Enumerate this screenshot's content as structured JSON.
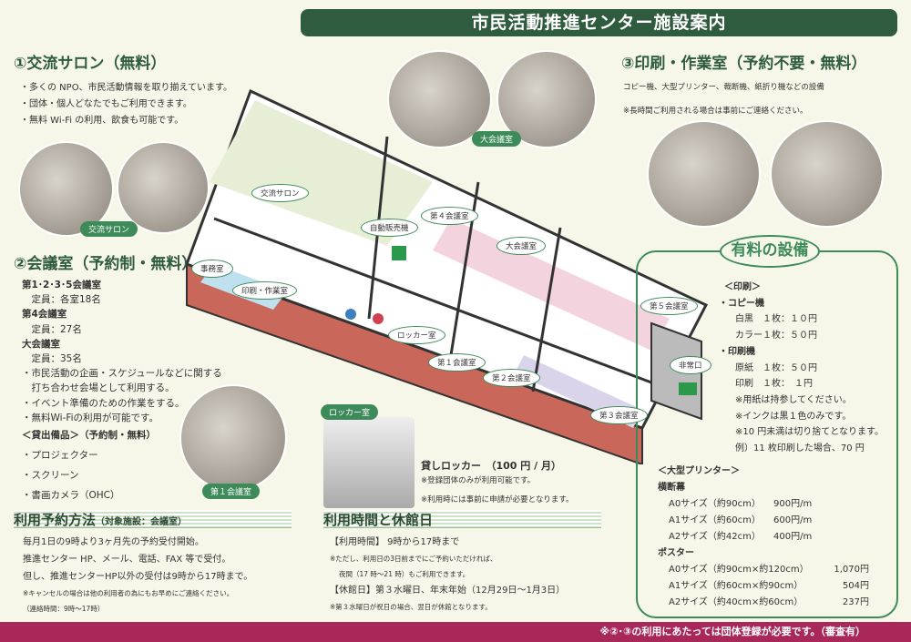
{
  "header": {
    "title": "市民活動推進センター施設案内"
  },
  "salon": {
    "title": "①交流サロン（無料）",
    "items": [
      "・多くの NPO、市民活動情報を取り揃えています。",
      "・団体・個人どなたでもご利用できます。",
      "・無料 Wi-Fi の利用、飲食も可能です。"
    ],
    "photo_tag": "交流サロン"
  },
  "meeting": {
    "title": "②会議室（予約制・無料）",
    "lines": [
      {
        "t": "第1･2･3･5会議室",
        "bold": true
      },
      {
        "t": "　定員：各室18名"
      },
      {
        "t": "第4会議室",
        "bold": true
      },
      {
        "t": "　定員：27名"
      },
      {
        "t": "大会議室",
        "bold": true
      },
      {
        "t": "　定員：35名"
      },
      {
        "t": "・市民活動の企画・スケジュールなどに関する"
      },
      {
        "t": "　打ち合わせ会場として利用する。"
      },
      {
        "t": "・イベント準備のための作業をする。"
      },
      {
        "t": "・無料Wi-Fiの利用が可能です。"
      },
      {
        "t": "＜貸出備品＞（予約制・無料）",
        "bold": true
      },
      {
        "t": "・プロジェクター"
      },
      {
        "t": "・スクリーン"
      },
      {
        "t": "・書画カメラ（OHC）"
      }
    ],
    "photo_tag": "第１会議室"
  },
  "print": {
    "title": "③印刷・作業室（予約不要・無料）",
    "line1": "コピー機、大型プリンター、裁断機、紙折り機などの設備",
    "line2": "※長時間ご利用される場合は事前にご連絡ください。"
  },
  "big_room_tag": "大会議室",
  "locker": {
    "tag": "ロッカー室",
    "title": "貸しロッカー　（100 円 / 月）",
    "note1": "※登録団体のみが利用可能です。",
    "note2": "※利用時には事前に申請が必要となります。"
  },
  "floor_labels": {
    "salon": "交流サロン",
    "vending": "自動販売機",
    "room4": "第４会議室",
    "big": "大会議室",
    "office": "事務室",
    "print": "印刷・作業室",
    "room5": "第５会議室",
    "locker": "ロッカー室",
    "room1": "第１会議室",
    "room2": "第２会議室",
    "exit": "非常口",
    "room3": "第３会議室"
  },
  "reserve": {
    "title": "利用予約方法",
    "sub": "（対象施設：会議室）",
    "lines": [
      "毎月1日の9時より3ヶ月先の予約受付開始。",
      "推進センター HP、メール、電話、FAX 等で受付。",
      "但し、推進センターHP以外の受付は9時から17時まで。"
    ],
    "note1": "※キャンセルの場合は他の利用者の為にもお早めにご連絡ください。",
    "note2": "（連絡時間：9時～17時）"
  },
  "hours": {
    "title": "利用時間と休館日",
    "line1": "【利用時間】 9時から17時まで",
    "note1": "※ただし、利用日の3日前までにご予約いただければ、",
    "note2": "夜間（17 時～21 時）もご利用できます。",
    "line2": "【休館日】第３水曜日、年末年始（12月29日～1月3日）",
    "note3": "※第３水曜日が祝日の場合、翌日が休館となります。"
  },
  "paid": {
    "title": "有料の設備",
    "lines": [
      {
        "t": "＜印刷＞",
        "c": "h"
      },
      {
        "t": "・コピー機",
        "c": "b"
      },
      {
        "t": "白黒　１枚：１０円",
        "c": "i"
      },
      {
        "t": "カラー１枚：５０円",
        "c": "i"
      },
      {
        "t": "・印刷機",
        "c": "b"
      },
      {
        "t": "原紙　１枚：５０円",
        "c": "i"
      },
      {
        "t": "印刷　１枚：　１円",
        "c": "i"
      },
      {
        "t": "※用紙は持参してください。",
        "c": "i"
      },
      {
        "t": "※インクは黒１色のみです。",
        "c": "i"
      },
      {
        "t": "※10 円未満は切り捨てとなります。",
        "c": "i"
      },
      {
        "t": "例）11 枚印刷した場合、70 円",
        "c": "i"
      }
    ],
    "printer_title": "＜大型プリンター＞",
    "banner": {
      "title": "横断幕",
      "rows": [
        [
          "A0サイズ（約90cm）",
          "900円/m"
        ],
        [
          "A1サイズ（約60cm）",
          "600円/m"
        ],
        [
          "A2サイズ（約42cm）",
          "400円/m"
        ]
      ]
    },
    "poster": {
      "title": "ポスター",
      "rows": [
        [
          "A0サイズ（約90cm×約120cm）",
          "1,070円"
        ],
        [
          "A1サイズ（約60cm×約90cm）",
          "504円"
        ],
        [
          "A2サイズ（約40cm×約60cm）",
          "237円"
        ]
      ]
    }
  },
  "footer": "※②･③の利用にあたっては団体登録が必要です。（審査有）"
}
